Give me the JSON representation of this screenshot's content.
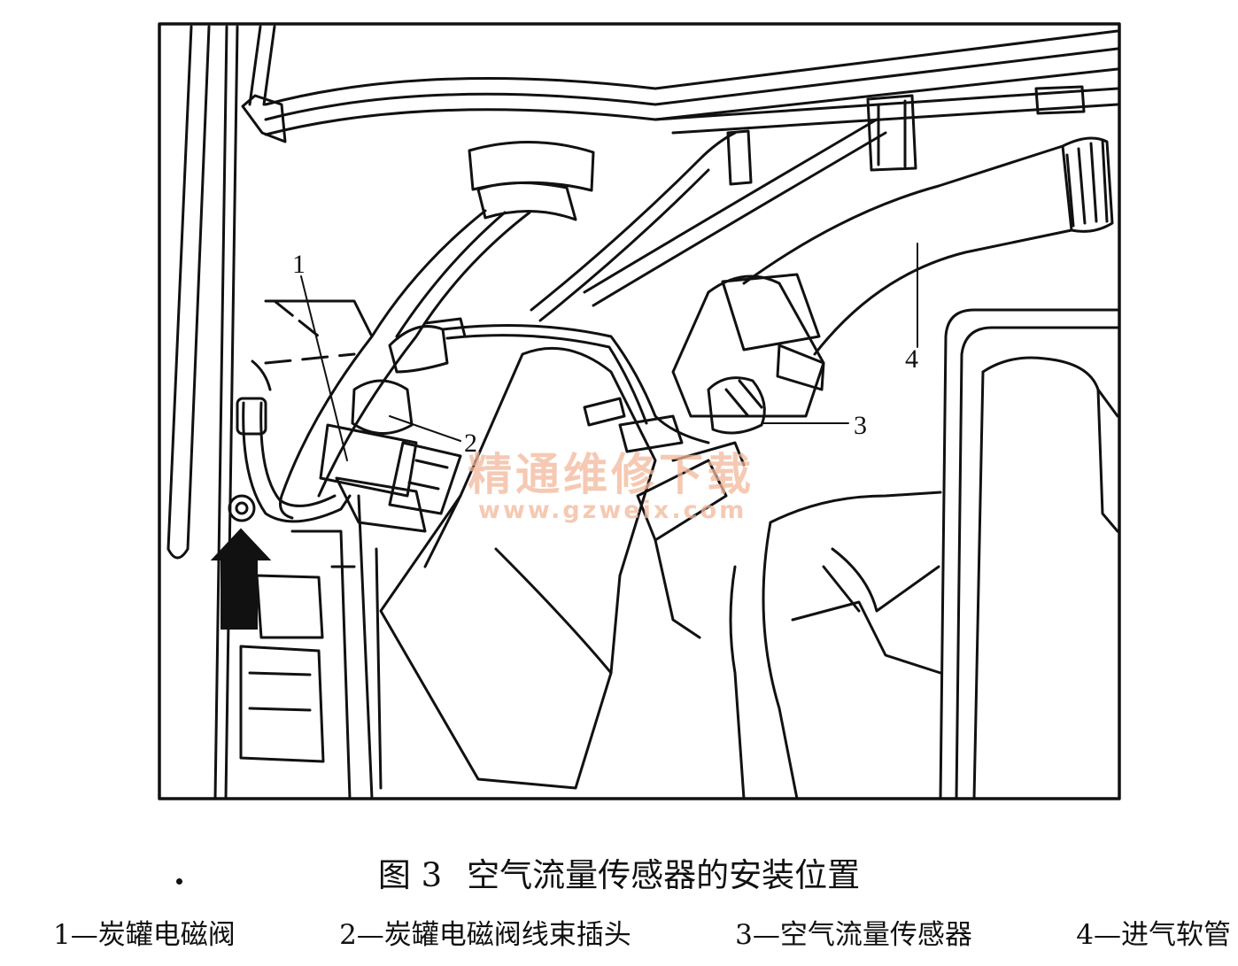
{
  "figure": {
    "callouts": [
      "1",
      "2",
      "3",
      "4"
    ],
    "watermark": {
      "line1": "精通维修下载",
      "line2": "www.gzweix.com"
    }
  },
  "caption": {
    "number": "图 3",
    "title": "空气流量传感器的安装位置"
  },
  "legend": [
    "1—炭罐电磁阀",
    "2—炭罐电磁阀线束插头",
    "3—空气流量传感器",
    "4—进气软管"
  ]
}
